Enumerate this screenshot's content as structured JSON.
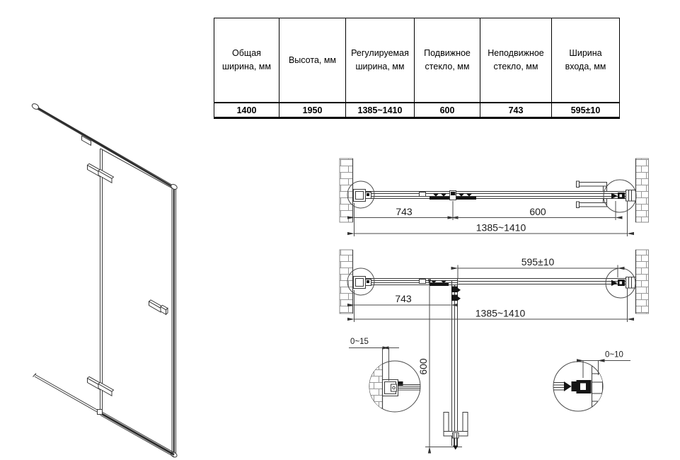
{
  "spec_table": {
    "columns": [
      {
        "header": "Общая ширина, мм",
        "value": "1400"
      },
      {
        "header": "Высота, мм",
        "value": "1950"
      },
      {
        "header": "Регулируемая ширина, мм",
        "value": "1385~1410"
      },
      {
        "header": "Подвижное стекло, мм",
        "value": "600"
      },
      {
        "header": "Неподвижное стекло, мм",
        "value": "743"
      },
      {
        "header": "Ширина входа, мм",
        "value": "595±10"
      }
    ]
  },
  "diagrams": {
    "top_view_closed": {
      "fixed_glass_width": "743",
      "movable_glass_width": "600",
      "adjustable_width": "1385~1410"
    },
    "top_view_open": {
      "entry_width": "595±10",
      "fixed_glass_width": "743",
      "adjustable_width": "1385~1410"
    },
    "details": {
      "wall_profile_left_adjust": "0~15",
      "door_glass_width": "600",
      "wall_profile_right_adjust": "0~10"
    }
  }
}
